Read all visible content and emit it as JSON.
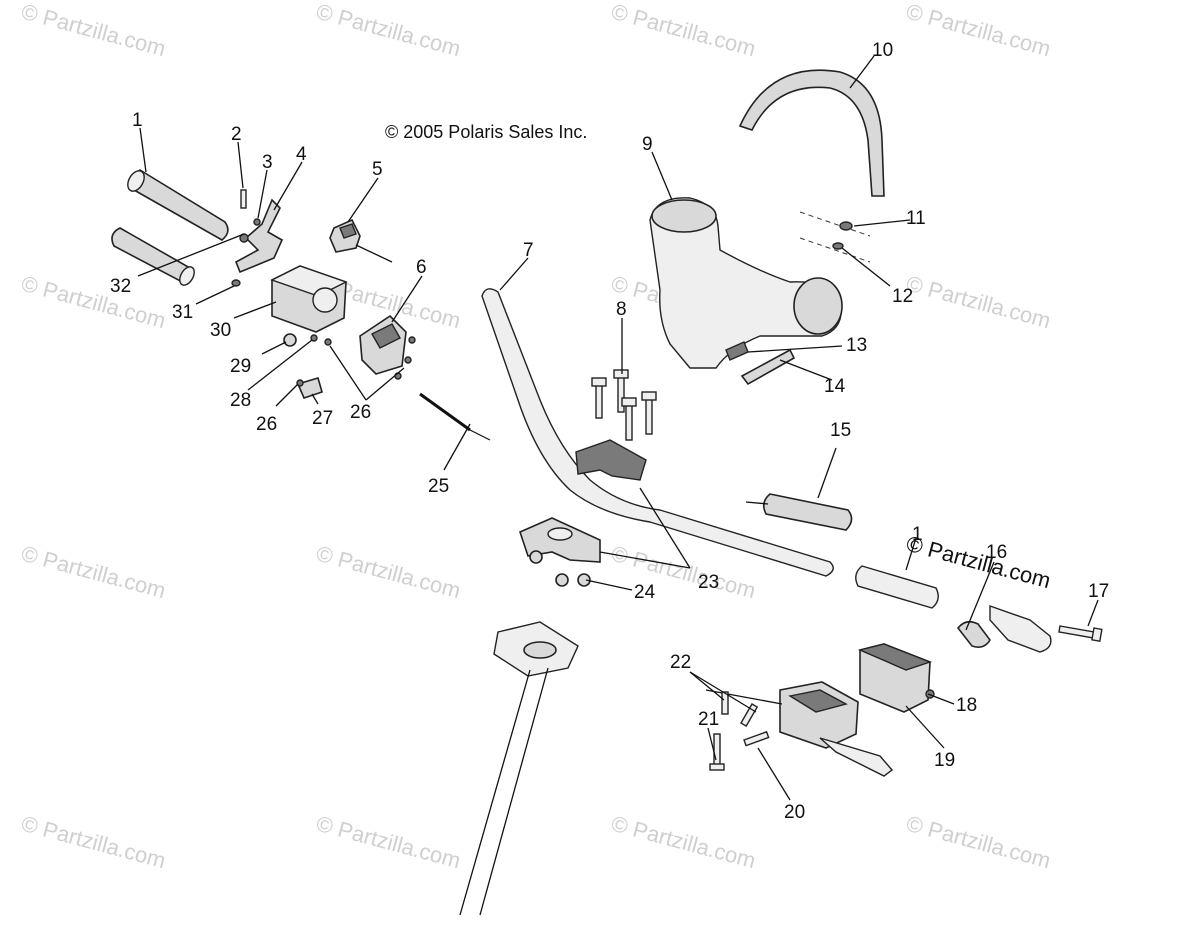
{
  "copyright": "© 2005 Polaris Sales Inc.",
  "watermark": "© Partzilla.com",
  "callouts": [
    "1",
    "2",
    "3",
    "4",
    "5",
    "6",
    "7",
    "8",
    "9",
    "10",
    "11",
    "12",
    "13",
    "14",
    "15",
    "1",
    "16",
    "17",
    "18",
    "19",
    "20",
    "21",
    "22",
    "23",
    "24",
    "25",
    "26",
    "26",
    "27",
    "28",
    "29",
    "30",
    "31",
    "32"
  ]
}
